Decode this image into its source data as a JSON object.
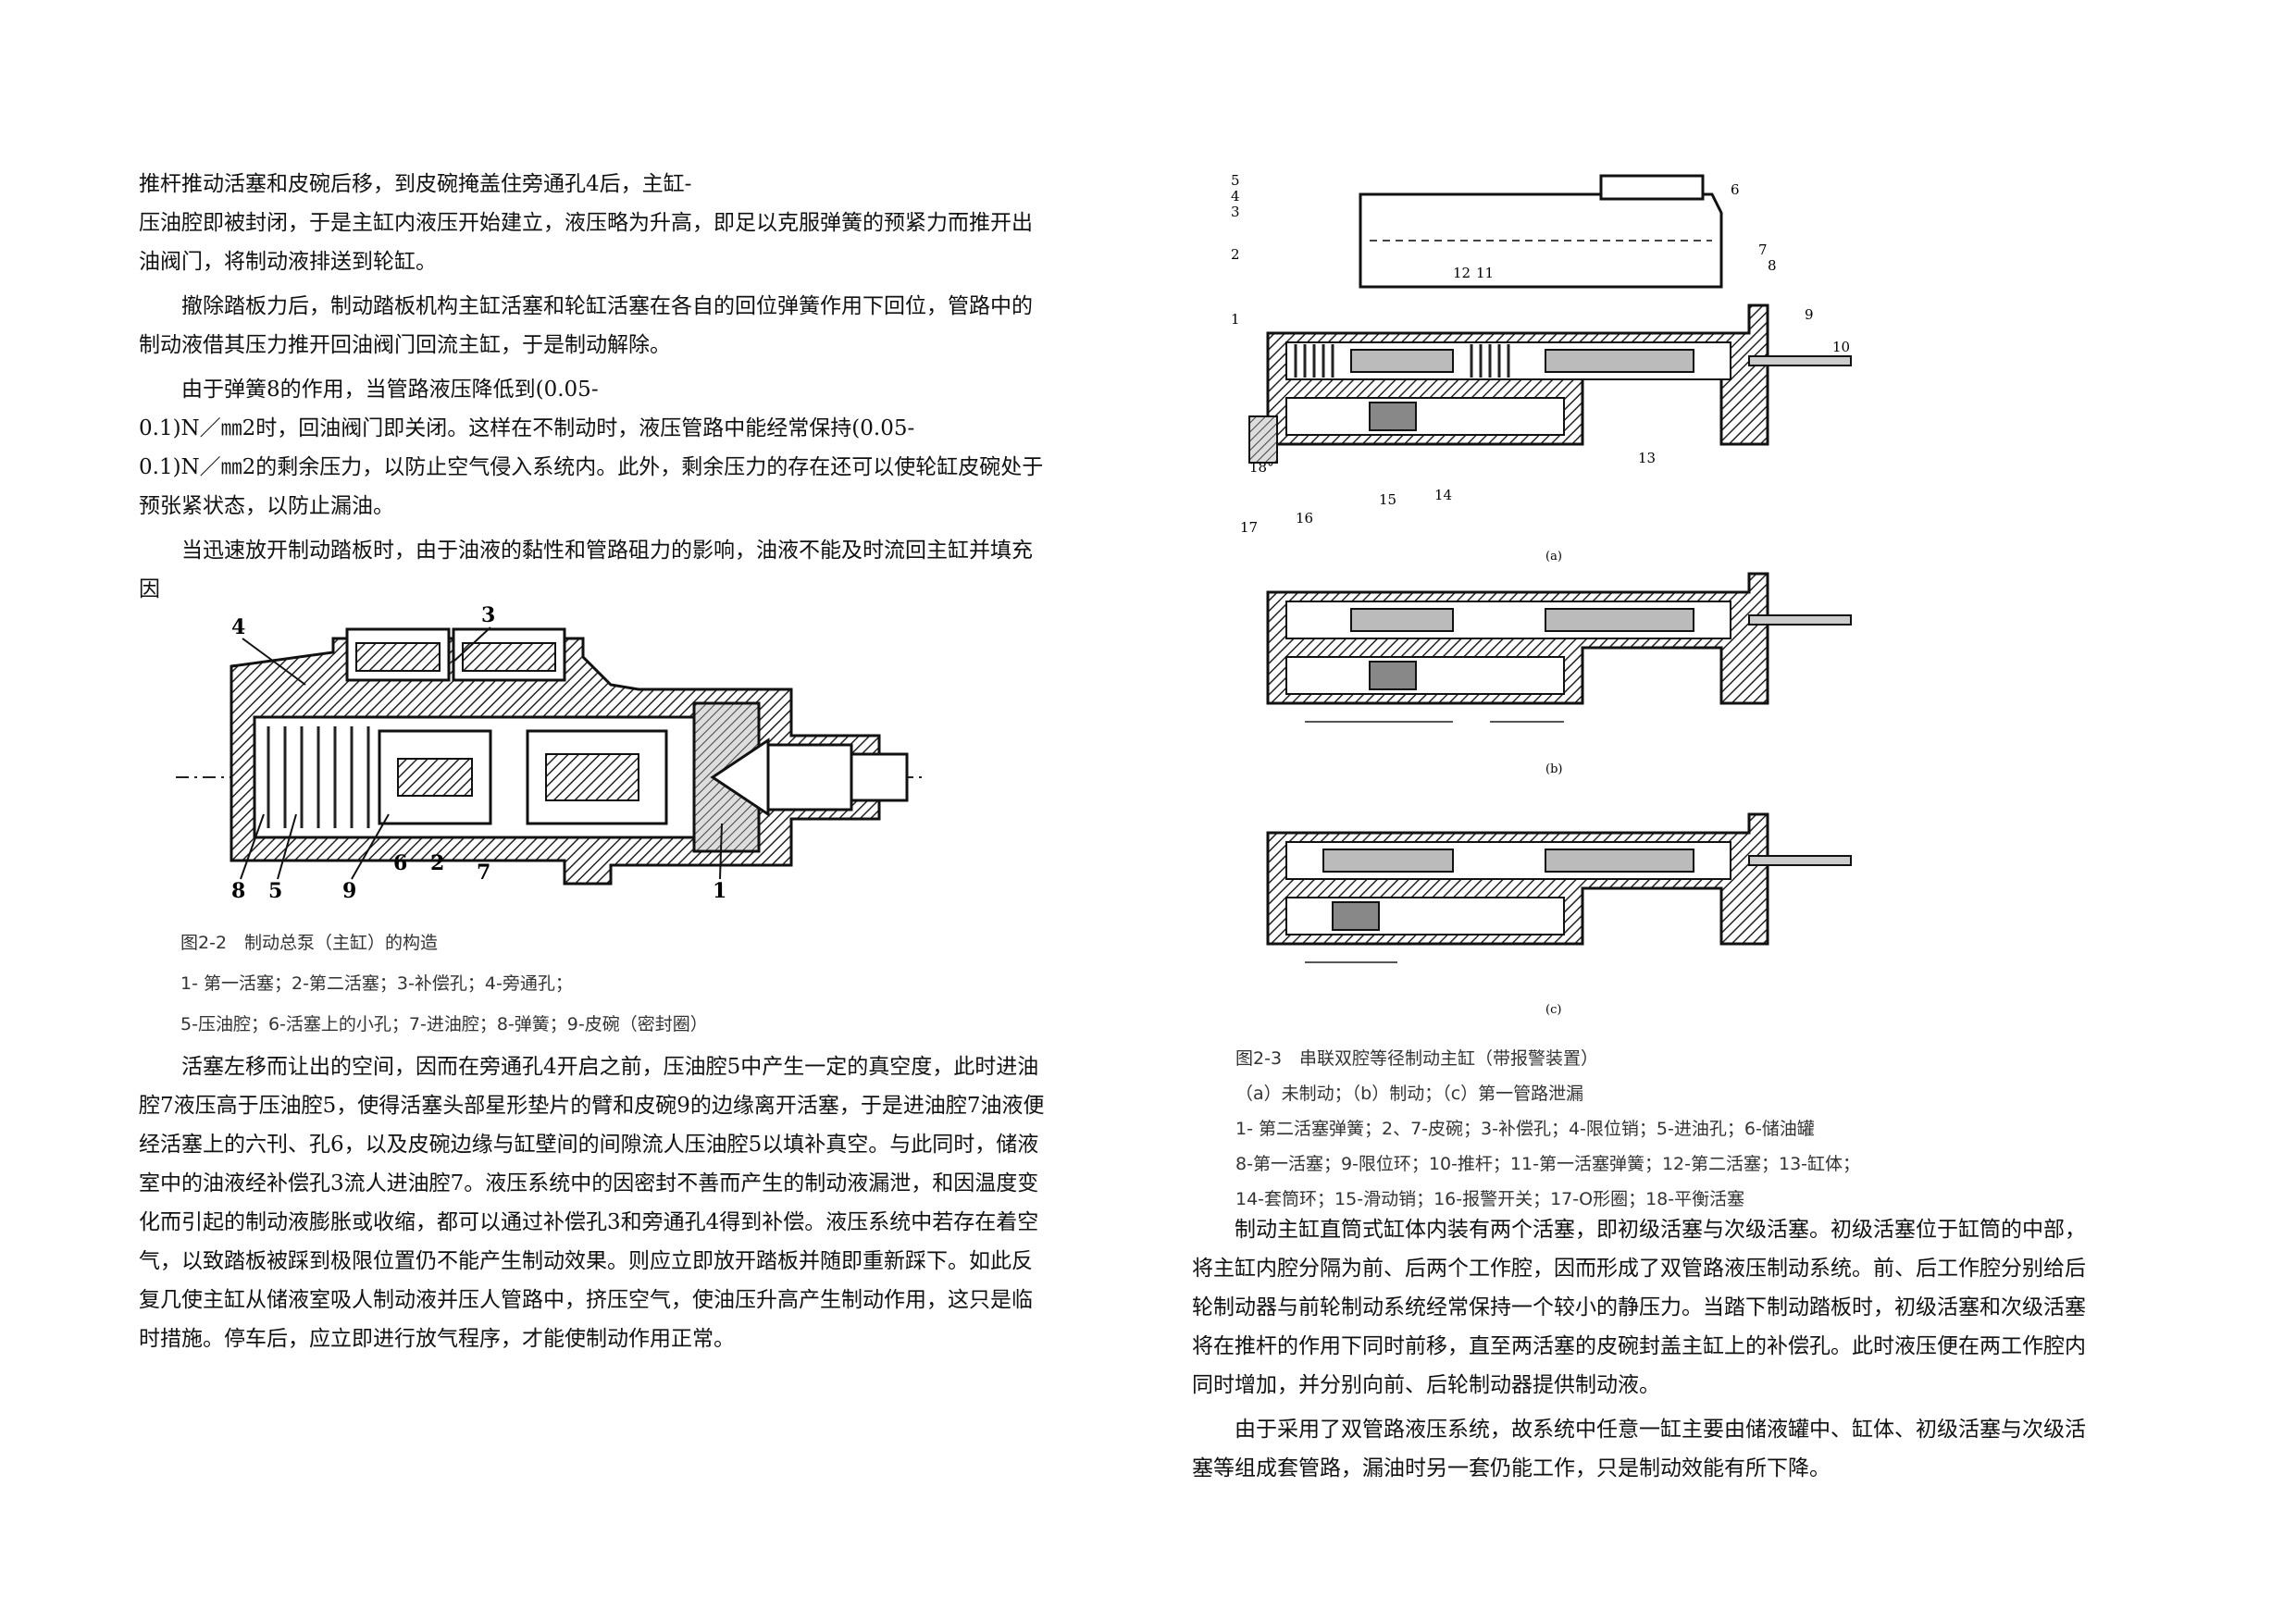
{
  "left": {
    "para1_line1": "推杆推动活塞和皮碗后移，到皮碗掩盖住旁通孔4后，主缸-",
    "para1_line2": "压油腔即被封闭，于是主缸内液压开始建立，液压略为升高，即足以克服弹簧的预紧力而推开出",
    "para1_line3": "油阀门，将制动液排送到轮缸。",
    "para2_line1": "撤除踏板力后，制动踏板机构主缸活塞和轮缸活塞在各自的回位弹簧作用下回位，管路中的",
    "para2_line2": "制动液借其压力推开回油阀门回流主缸，于是制动解除。",
    "para3_line1": "由于弹簧8的作用，当管路液压降低到(0.05-",
    "para3_line2": "0.1)N／㎜2时，回油阀门即关闭。这样在不制动时，液压管路中能经常保持(0.05-",
    "para3_line3": "0.1)N／㎜2的剩余压力，以防止空气侵入系统内。此外，剩余压力的存在还可以使轮缸皮碗处于",
    "para3_line4": "预张紧状态，以防止漏油。",
    "para4_line1": "当迅速放开制动踏板时，由于油液的黏性和管路砠力的影响，油液不能及时流回主缸并填充",
    "para4_line2": "因",
    "fig22": {
      "caption": "图2-2　制动总泵（主缸）的构造",
      "legend1": "1- 第一活塞；2-第二活塞；3-补偿孔；4-旁通孔；",
      "legend2": "5-压油腔；6-活塞上的小孔；7-进油腔；8-弹簧；9-皮碗（密封圈）",
      "labels": [
        "4",
        "3",
        "8",
        "5",
        "9",
        "6",
        "2",
        "7",
        "1"
      ]
    },
    "para5": [
      "活塞左移而让出的空间，因而在旁通孔4开启之前，压油腔5中产生一定的真空度，此时进油",
      "腔7液压高于压油腔5，使得活塞头部星形垫片的臂和皮碗9的边缘离开活塞，于是进油腔7油液便",
      "经活塞上的六刊、孔6，以及皮碗边缘与缸壁间的间隙流人压油腔5以填补真空。与此同时，储液",
      "室中的油液经补偿孔3流人进油腔7。液压系统中的因密封不善而产生的制动液漏泄，和因温度变",
      "化而引起的制动液膨胀或收缩，都可以通过补偿孔3和旁通孔4得到补偿。液压系统中若存在着空",
      "气，以致踏板被踩到极限位置仍不能产生制动效果。则应立即放开踏板并随即重新踩下。如此反",
      "复几使主缸从储液室吸人制动液并压人管路中，挤压空气，使油压升高产生制动作用，这只是临",
      "时措施。停车后，应立即进行放气程序，才能使制动作用正常。"
    ]
  },
  "right": {
    "fig23": {
      "labels_a": [
        "5",
        "4",
        "3",
        "2",
        "1",
        "12",
        "11",
        "6",
        "7",
        "8",
        "9",
        "10",
        "13",
        "18°",
        "17",
        "16",
        "15",
        "14"
      ],
      "sub_a": "(a)",
      "sub_b": "(b)",
      "sub_c": "(c)",
      "caption": "图2-3　串联双腔等径制动主缸（带报警装置）",
      "legend1": "（a）未制动；（b）制动；（c）第一管路泄漏",
      "legend2": "1- 第二活塞弹簧；2、7-皮碗；3-补偿孔；4-限位销；5-进油孔；6-储油罐",
      "legend3": "8-第一活塞；9-限位环；10-推杆；11-第一活塞弹簧；12-第二活塞；13-缸体；",
      "legend4": "14-套筒环；15-滑动销；16-报警开关；17-O形圈；18-平衡活塞"
    },
    "para6": [
      "制动主缸直筒式缸体内装有两个活塞，即初级活塞与次级活塞。初级活塞位于缸筒的中部，",
      "将主缸内腔分隔为前、后两个工作腔，因而形成了双管路液压制动系统。前、后工作腔分别给后",
      "轮制动器与前轮制动系统经常保持一个较小的静压力。当踏下制动踏板时，初级活塞和次级活塞",
      "将在推杆的作用下同时前移，直至两活塞的皮碗封盖主缸上的补偿孔。此时液压便在两工作腔内",
      "同时增加，并分别向前、后轮制动器提供制动液。"
    ],
    "para7": [
      "由于采用了双管路液压系统，故系统中任意一缸主要由储液罐中、缸体、初级活塞与次级活",
      "塞等组成套管路，漏油时另一套仍能工作，只是制动效能有所下降。"
    ]
  }
}
